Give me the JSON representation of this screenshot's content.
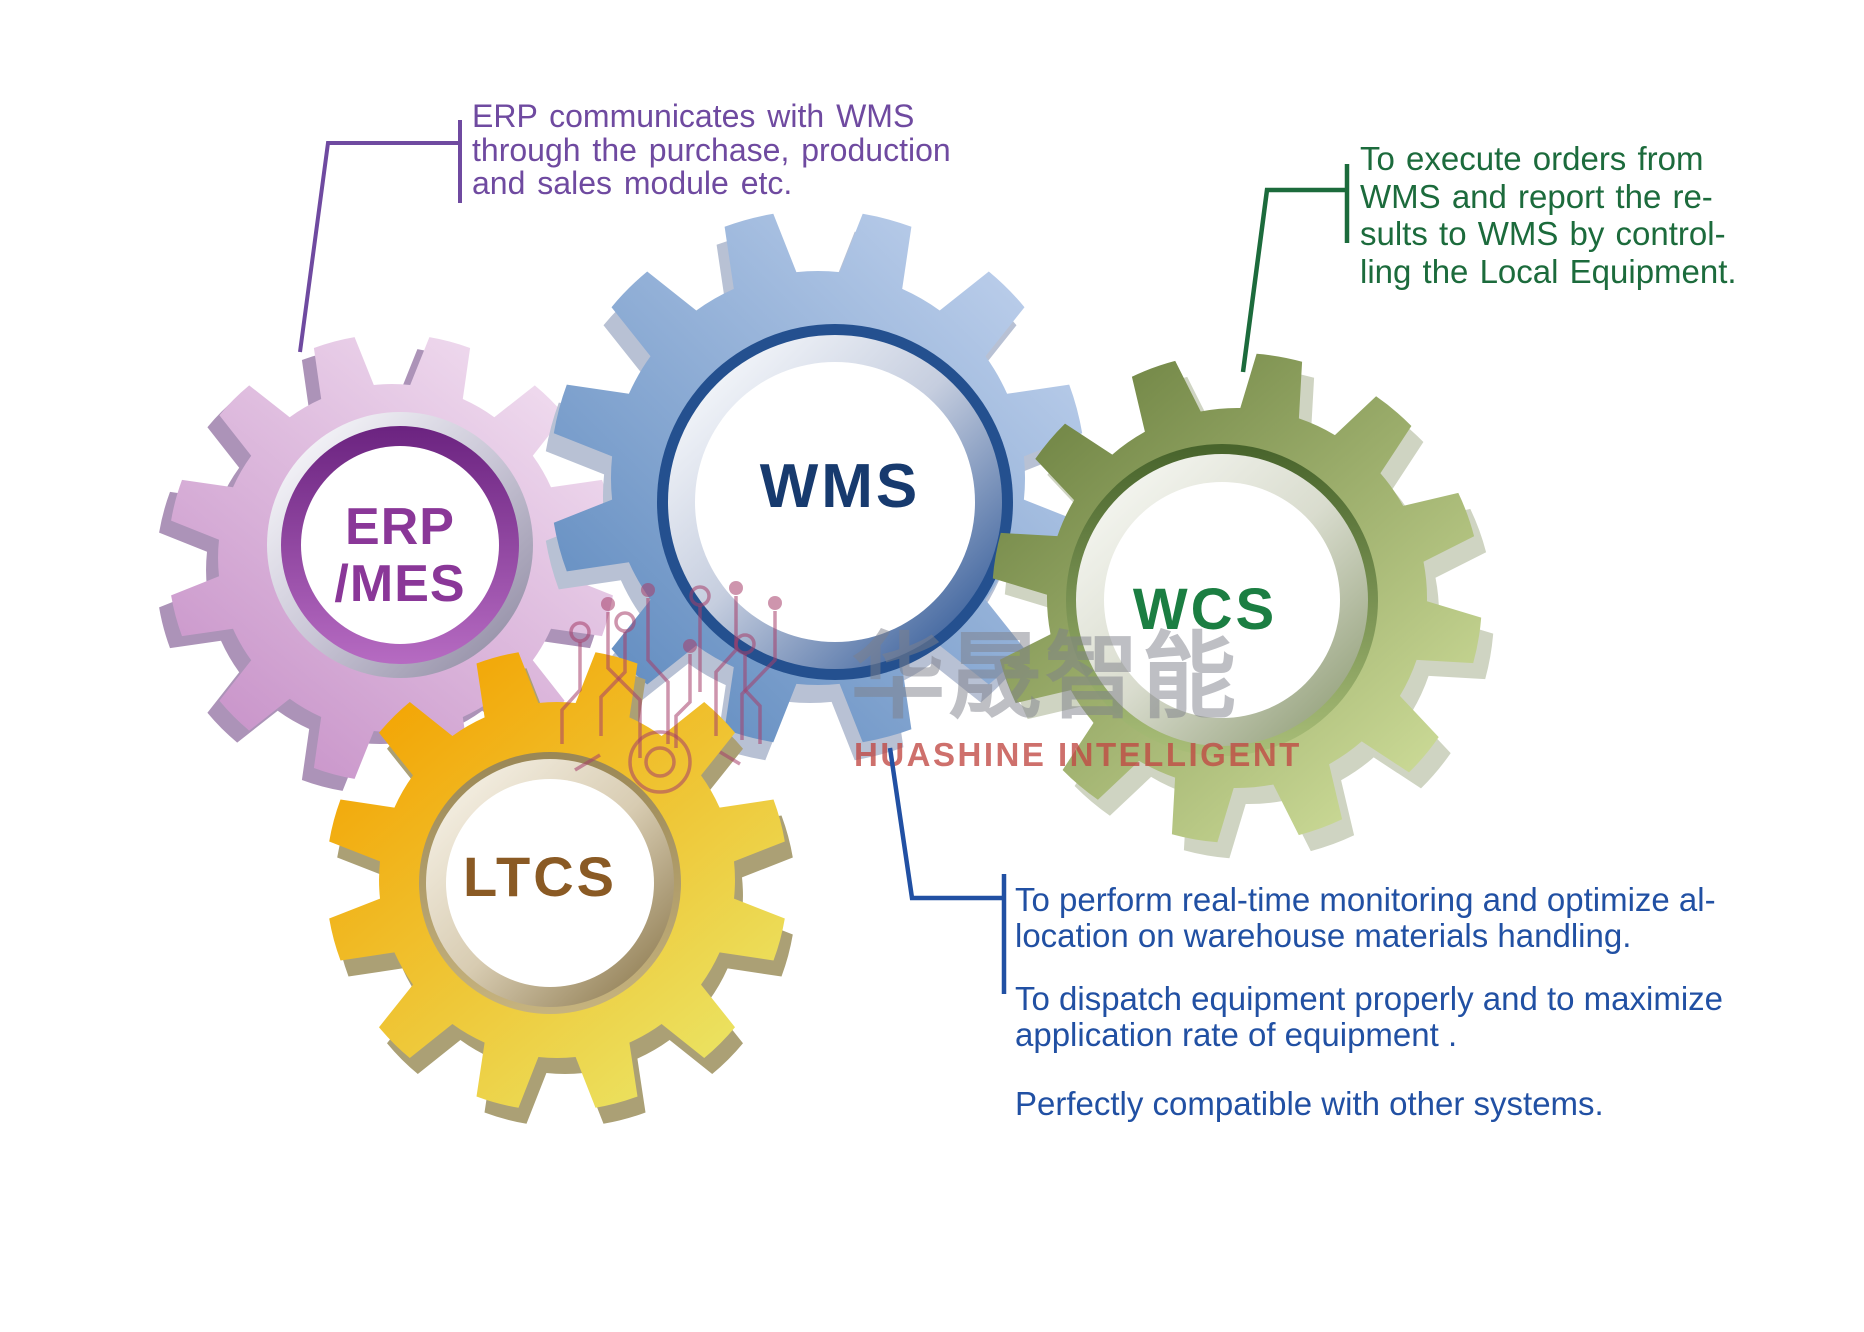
{
  "diagram": {
    "background": "#FFFFFF"
  },
  "gears": {
    "erp": {
      "label": [
        "ERP",
        "/MES"
      ],
      "label_color": "#8A3798",
      "body_light": "#F0DCEF",
      "body_color": "#C791C8",
      "ring_dark": "#6B2380",
      "ring_light": "#B66BC2"
    },
    "wms": {
      "label": [
        "WMS"
      ],
      "label_color": "#173A6E",
      "body_light": "#BACDEA",
      "body_color": "#5D89BE",
      "ring_color": "#24508F"
    },
    "wcs": {
      "label": [
        "WCS"
      ],
      "label_color": "#1B7E42",
      "body_light": "#D6E4A0",
      "body_color": "#6B8040",
      "ring_dark": "#47632B",
      "ring_light": "#A9BE78"
    },
    "ltcs": {
      "label": [
        "LTCS"
      ],
      "label_color": "#8A5A24",
      "body_light": "#EAE768",
      "body_color": "#F3A606",
      "ring_dark": "#9A8756",
      "ring_light": "#C6B37E"
    }
  },
  "notes": {
    "erp_note": {
      "color": "#6F4AA0",
      "lines": [
        "ERP communicates with WMS",
        "through the purchase, production",
        "and sales module etc."
      ]
    },
    "wcs_note": {
      "color": "#1C6B3C",
      "lines": [
        "To execute orders from",
        "WMS and report the re-",
        "sults to WMS by control-",
        "ling the Local Equipment."
      ]
    },
    "wms_note_1": {
      "color": "#2150A3",
      "lines": [
        "To perform real-time monitoring and optimize al-",
        "location on warehouse materials handling."
      ]
    },
    "wms_note_2": {
      "color": "#2150A3",
      "lines": [
        "To dispatch equipment properly and to maximize",
        "application rate of equipment ."
      ]
    },
    "wms_note_3": {
      "color": "#2150A3",
      "lines": [
        "Perfectly compatible with other systems."
      ]
    }
  },
  "watermark": {
    "cn": "华晟智能",
    "en": "HUASHINE INTELLIGENT",
    "cn_color": "rgba(125,128,138,0.5)",
    "en_color": "rgba(192,72,66,0.78)",
    "logo_color": "rgba(165,62,105,0.55)"
  }
}
